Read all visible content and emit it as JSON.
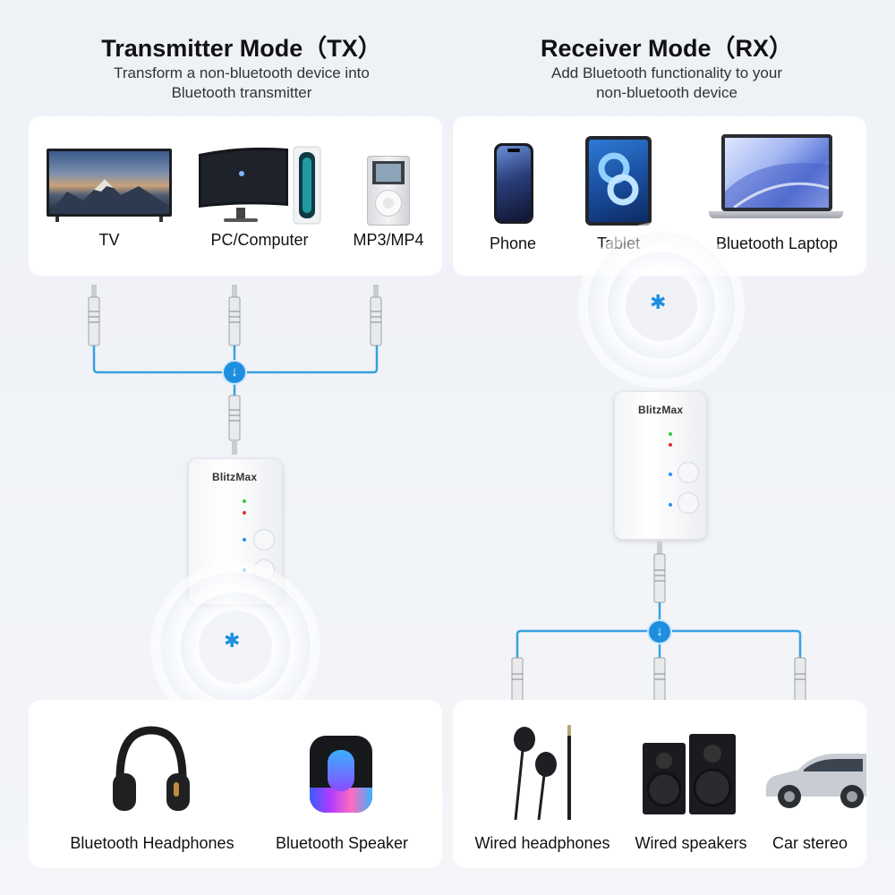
{
  "tx": {
    "title": "Transmitter Mode（TX）",
    "subtitle_line1": "Transform a non-bluetooth device into",
    "subtitle_line2": "Bluetooth transmitter",
    "sources": [
      "TV",
      "PC/Computer",
      "MP3/MP4"
    ],
    "outputs": [
      "Bluetooth Headphones",
      "Bluetooth Speaker"
    ],
    "device_brand": "BlitzMax"
  },
  "rx": {
    "title": "Receiver Mode（RX）",
    "subtitle_line1": "Add Bluetooth functionality to your",
    "subtitle_line2": "non-bluetooth device",
    "sources": [
      "Phone",
      "Tablet",
      "Bluetooth Laptop"
    ],
    "outputs": [
      "Wired headphones",
      "Wired speakers",
      "Car stereo"
    ],
    "device_brand": "BlitzMax"
  },
  "icons": {
    "bluetooth": "bluetooth-icon",
    "down_arrow": "arrow-down-icon",
    "bluetooth_glyph": "✱",
    "arrow_glyph": "↓"
  },
  "colors": {
    "accent": "#1e8fe0",
    "cable": "#3aa0e0",
    "card": "#ffffff",
    "bg": "#eef1f6"
  }
}
